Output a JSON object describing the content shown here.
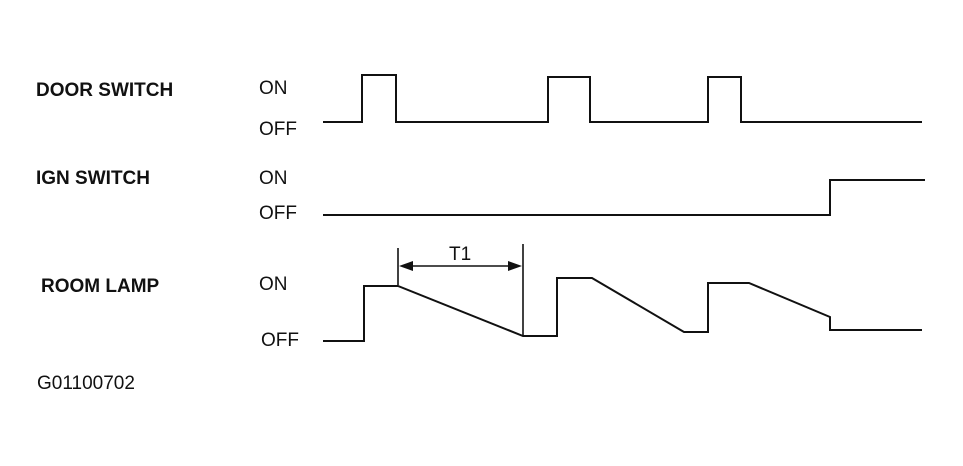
{
  "signals": {
    "door_switch": {
      "name": "DOOR SWITCH",
      "on_label": "ON",
      "off_label": "OFF"
    },
    "ign_switch": {
      "name": "IGN SWITCH",
      "on_label": "ON",
      "off_label": "OFF"
    },
    "room_lamp": {
      "name": "ROOM LAMP",
      "on_label": "ON",
      "off_label": "OFF"
    }
  },
  "timing_marker": {
    "label": "T1"
  },
  "figure_code": "G01100702"
}
